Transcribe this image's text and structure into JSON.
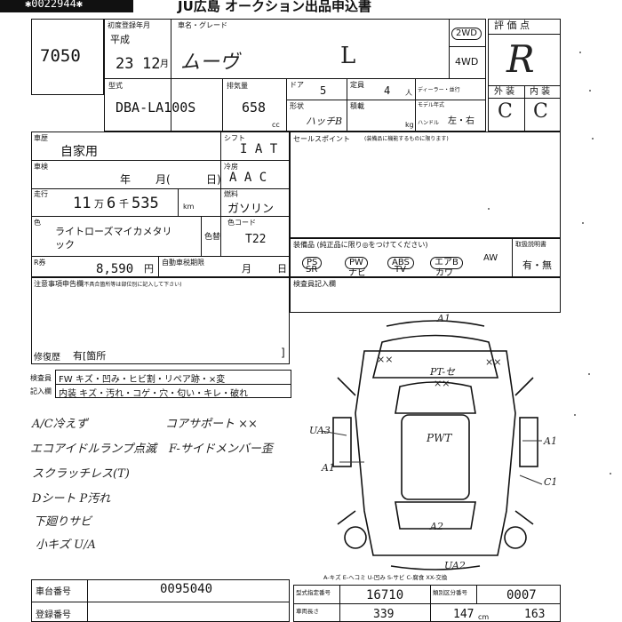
{
  "header": {
    "serial": "✱0022944✱",
    "title": "JU広島 オークション出品申込書"
  },
  "lot": {
    "number": "7050"
  },
  "registration": {
    "first_reg_label": "初度登録年月",
    "era": "平成",
    "year": "23",
    "month": "12",
    "month_unit": "月",
    "model_grade_label": "車名・グレード",
    "car_name": "ムーヴ",
    "grade": "L"
  },
  "drive": {
    "two_wd": "2WD",
    "four_wd": "4WD"
  },
  "evaluation": {
    "label": "評 価 点",
    "score": "R",
    "exterior_label": "外 装",
    "interior_label": "内 装",
    "exterior": "C",
    "interior": "C"
  },
  "specs": {
    "model_code_label": "型式",
    "model_code": "DBA-LA100S",
    "displacement_label": "排気量",
    "displacement": "658",
    "cc": "cc",
    "doors_label": "ドア",
    "doors": "5",
    "seats_label": "定員",
    "seats": "4",
    "person_unit": "人",
    "shape_label": "形状",
    "shape": "ハッチB",
    "load_label": "積載",
    "kg": "kg",
    "dealer_label": "ディーラー・並行",
    "model_year_label": "モデル年式",
    "handle_label": "ハンドル",
    "handle": "左・右"
  },
  "usage": {
    "type_label": "車歴",
    "type": "自家用",
    "inspection_label": "車検",
    "inspection_year": "年",
    "inspection_month": "月(",
    "inspection_day": "日)",
    "mileage_label": "走行",
    "mileage_man": "11",
    "man_unit": "万",
    "mileage_sen": "6",
    "sen_unit": "千",
    "mileage_rest": "535",
    "km": "km",
    "shift_label": "シフト",
    "shift": "I A T",
    "ac_label": "冷房",
    "ac": "A A C",
    "fuel_label": "燃料",
    "fuel": "ガソリン"
  },
  "color": {
    "label": "色",
    "name_line1": "ライトローズマイカメタリ",
    "name_line2": "ック",
    "other_color": "色替",
    "code_label": "色コード",
    "code": "T22"
  },
  "tax": {
    "label": "R券",
    "amount": "8,590",
    "yen": "円",
    "term_label": "自動車税期限",
    "month": "月",
    "day": "日"
  },
  "sales_point": {
    "label": "セールスポイント",
    "note": "(装備品に機能するものに限ります)"
  },
  "equipment": {
    "label": "装備品 (純正品に限り◎をつけてください)",
    "items": [
      "PS",
      "PW",
      "ABS",
      "エアB",
      "AW"
    ],
    "subs": [
      "SR",
      "ナビ",
      "TV",
      "カワ"
    ],
    "record_label": "取扱説明書",
    "record": "有・無"
  },
  "notes": {
    "label": "注意事項申告欄",
    "sub": "(不具合箇所等は部位別に記入して下さい)",
    "repair_label": "修復歴",
    "repair": "有[箇所",
    "bracket": "]"
  },
  "inspector": {
    "label": "検査員記入欄"
  },
  "checks": {
    "row1_label": "検査員",
    "row1": "FW キズ・凹み・ヒビ割・リペア跡・×変",
    "row2_label": "記入欄",
    "row2": "内装 キズ・汚れ・コゲ・穴・匂い・キレ・破れ"
  },
  "handwritten": {
    "lines": [
      "A/C冷えず",
      "エコアイドルランプ点滅",
      "スクラッチレス(T)",
      "Dシート P汚れ",
      "下廻りサビ",
      "小キズ U/A"
    ],
    "right": [
      "コアサポート ××",
      "F-サイドメンバー歪"
    ]
  },
  "diagram": {
    "marks": [
      "A1",
      "××",
      "PT-セ",
      "××",
      "××",
      "UA3",
      "PWT",
      "A1",
      "A1",
      "C1",
      "A2",
      "UA2"
    ],
    "legend": "A-キズ E-ヘコミ U-凹み S-サビ C-腐食 XX-交換"
  },
  "footer": {
    "chassis_label": "車台番号",
    "chassis": "0095040",
    "regnum_label": "登録番号",
    "cert_label": "型式指定番号",
    "cert": "16710",
    "class_label": "類別区分番号",
    "class": "0007",
    "length_label": "車両長さ",
    "length": "339",
    "width": "147",
    "height": "163",
    "cm": "cm"
  }
}
